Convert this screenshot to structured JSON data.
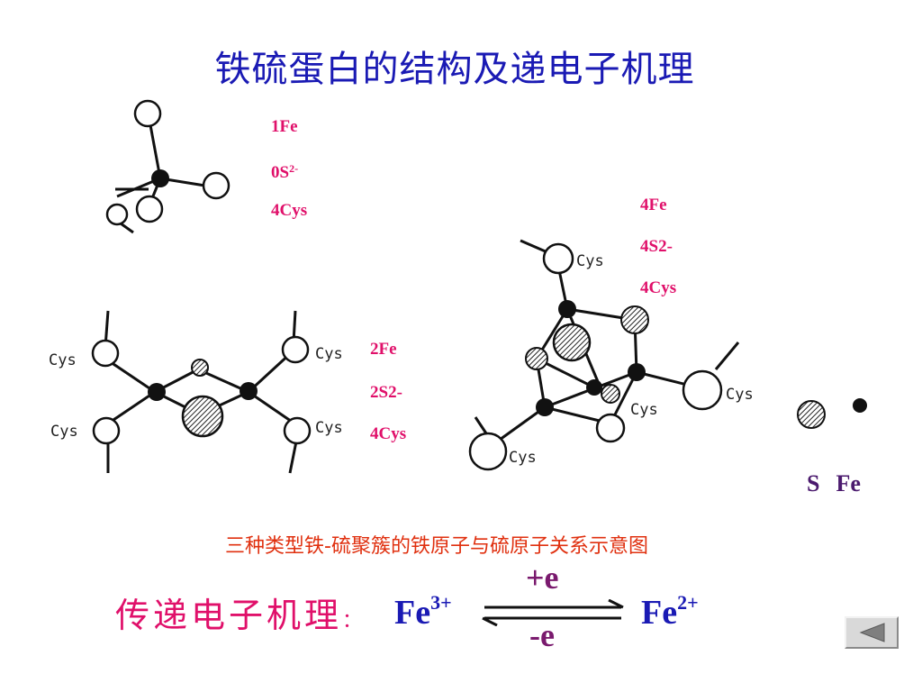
{
  "title": "铁硫蛋白的结构及递电子机理",
  "cluster1": {
    "fe": "1Fe",
    "s": "0S",
    "s_charge": "2-",
    "cys": "4Cys"
  },
  "cluster2": {
    "fe": "2Fe",
    "s": "2S2-",
    "cys": "4Cys",
    "cys_labels": [
      "Cys",
      "Cys",
      "Cys",
      "Cys"
    ]
  },
  "cluster4": {
    "fe": "4Fe",
    "s": "4S2-",
    "cys": "4Cys",
    "cys_labels": [
      "Cys",
      "Cys",
      "Cys",
      "Cys"
    ]
  },
  "legend": {
    "s": "S",
    "fe": "Fe"
  },
  "caption": "三种类型铁-硫聚簇的铁原子与硫原子关系示意图",
  "mechanism": {
    "label": "传递电子机理",
    "colon": "：",
    "left_ion": "Fe",
    "left_charge": "3+",
    "forward": "+e",
    "reverse": "-e",
    "right_ion": "Fe",
    "right_charge": "2+"
  },
  "colors": {
    "title": "#1a1ab4",
    "labels": "#e0106a",
    "caption": "#e0300f",
    "ion": "#1a1ab4"
  }
}
